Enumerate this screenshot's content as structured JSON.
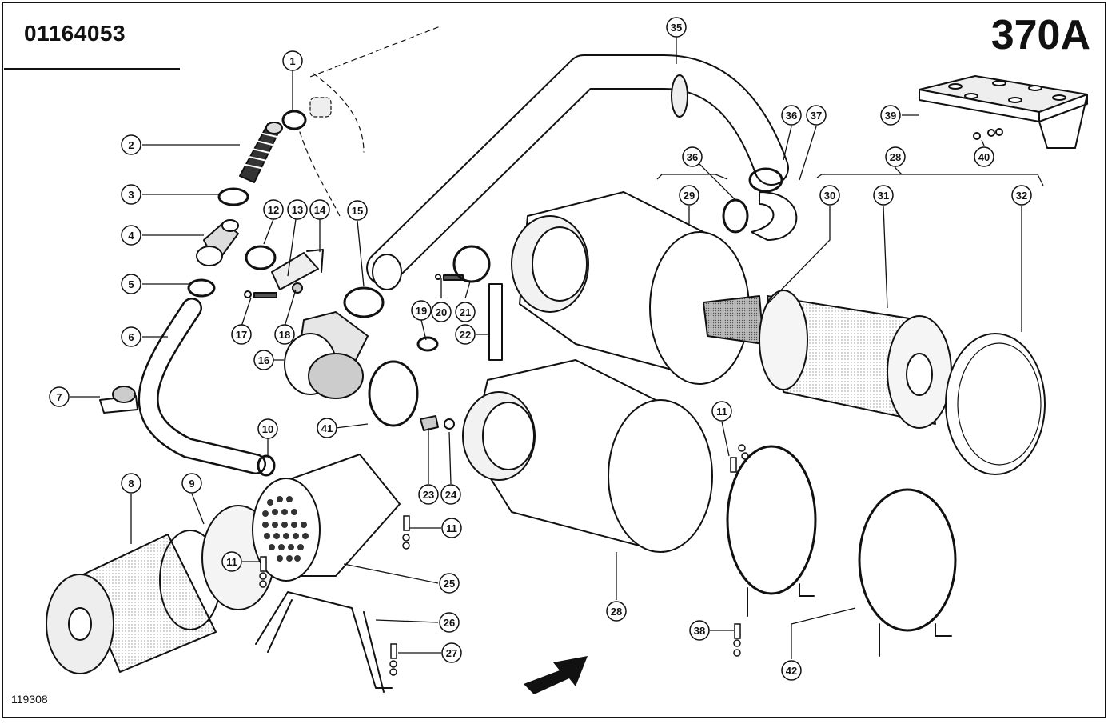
{
  "header": {
    "document_number": "01164053",
    "page_code": "370A"
  },
  "footer": {
    "image_number": "119308"
  },
  "callouts": [
    "1",
    "2",
    "3",
    "4",
    "5",
    "6",
    "7",
    "8",
    "9",
    "10",
    "11",
    "12",
    "13",
    "14",
    "15",
    "16",
    "17",
    "18",
    "19",
    "20",
    "21",
    "22",
    "23",
    "24",
    "25",
    "26",
    "27",
    "28",
    "29",
    "30",
    "31",
    "32",
    "35",
    "36",
    "37",
    "38",
    "39",
    "40",
    "41",
    "42"
  ],
  "icons": {
    "direction_arrow": "direction-arrow-icon"
  },
  "colors": {
    "ink": "#111111",
    "background": "#ffffff",
    "shade": "#d8d8d8"
  }
}
